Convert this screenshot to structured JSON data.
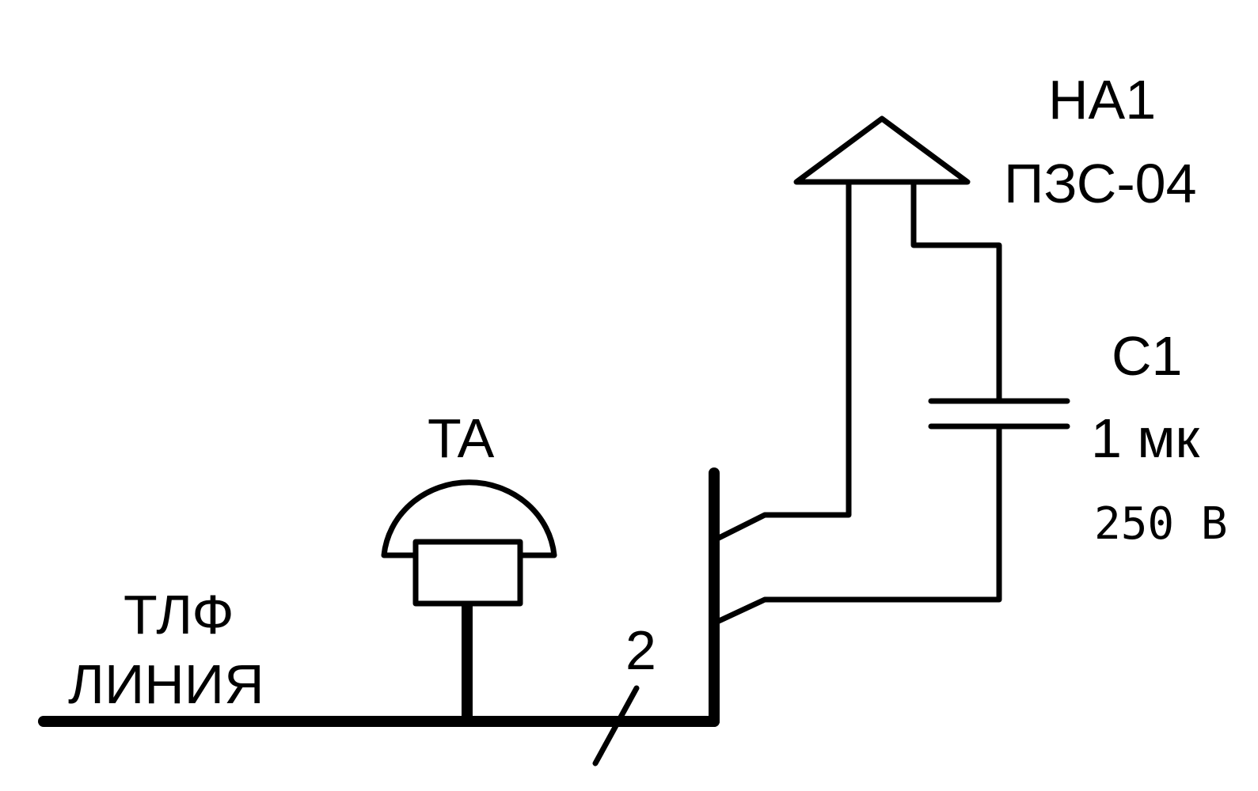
{
  "labels": {
    "ha1_ref": "HA1",
    "ha1_type": "ПЗС-04",
    "c1_ref": "C1",
    "c1_value": "1 мк",
    "c1_voltage": "250 В",
    "ta_ref": "TA",
    "line_1": "ТЛФ",
    "line_2": "ЛИНИЯ",
    "wire_count": "2"
  },
  "colors": {
    "ink": "#000000",
    "background": "#ffffff"
  }
}
